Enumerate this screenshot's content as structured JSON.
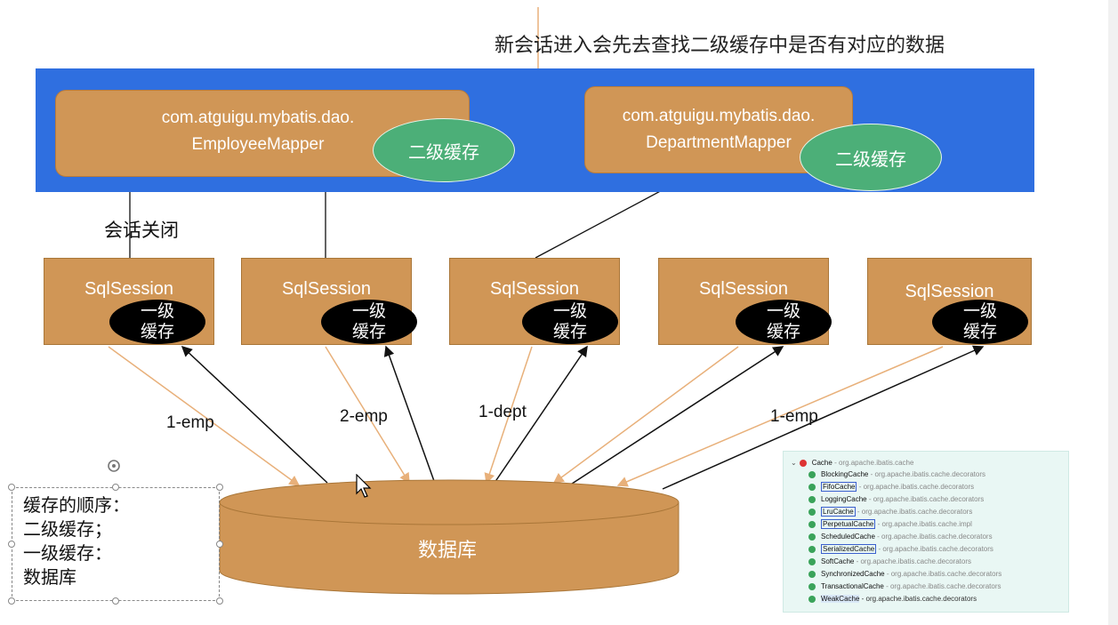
{
  "top_note": "新会话进入会先去查找二级缓存中是否有对应的数据",
  "mappers": [
    {
      "line1": "com.atguigu.mybatis.dao.",
      "line2": "EmployeeMapper",
      "cache": "二级缓存"
    },
    {
      "line1": "com.atguigu.mybatis.dao.",
      "line2": "DepartmentMapper",
      "cache": "二级缓存"
    }
  ],
  "close_label": "会话关闭",
  "sessions": [
    {
      "title": "SqlSession",
      "cache_line1": "一级",
      "cache_line2": "缓存"
    },
    {
      "title": "SqlSession",
      "cache_line1": "一级",
      "cache_line2": "缓存"
    },
    {
      "title": "SqlSession",
      "cache_line1": "一级",
      "cache_line2": "缓存"
    },
    {
      "title": "SqlSession",
      "cache_line1": "一级",
      "cache_line2": "缓存"
    },
    {
      "title": "SqlSession",
      "cache_line1": "一级",
      "cache_line2": "缓存"
    }
  ],
  "queries": [
    "1-emp",
    "2-emp",
    "1-dept",
    "1-emp"
  ],
  "database": "数据库",
  "order_notes": [
    "缓存的顺序：",
    "二级缓存；",
    "一级缓存：",
    "数据库"
  ],
  "cache_tree": {
    "root": {
      "name": "Cache",
      "pkg": "- org.apache.ibatis.cache"
    },
    "items": [
      {
        "name": "BlockingCache",
        "pkg": "- org.apache.ibatis.cache.decorators"
      },
      {
        "name": "FifoCache",
        "pkg": "- org.apache.ibatis.cache.decorators"
      },
      {
        "name": "LoggingCache",
        "pkg": "- org.apache.ibatis.cache.decorators"
      },
      {
        "name": "LruCache",
        "pkg": "- org.apache.ibatis.cache.decorators"
      },
      {
        "name": "PerpetualCache",
        "pkg": "- org.apache.ibatis.cache.impl"
      },
      {
        "name": "ScheduledCache",
        "pkg": "- org.apache.ibatis.cache.decorators"
      },
      {
        "name": "SerializedCache",
        "pkg": "- org.apache.ibatis.cache.decorators"
      },
      {
        "name": "SoftCache",
        "pkg": "- org.apache.ibatis.cache.decorators"
      },
      {
        "name": "SynchronizedCache",
        "pkg": "- org.apache.ibatis.cache.decorators"
      },
      {
        "name": "TransactionalCache",
        "pkg": "- org.apache.ibatis.cache.decorators"
      },
      {
        "name": "WeakCache",
        "pkg": "- org.apache.ibatis.cache.decorators"
      }
    ]
  },
  "colors": {
    "band": "#2f6fe0",
    "box": "#d09656",
    "green_cache": "#4caf78",
    "black_cache": "#000000",
    "orange_arrow": "#e8b07a"
  }
}
